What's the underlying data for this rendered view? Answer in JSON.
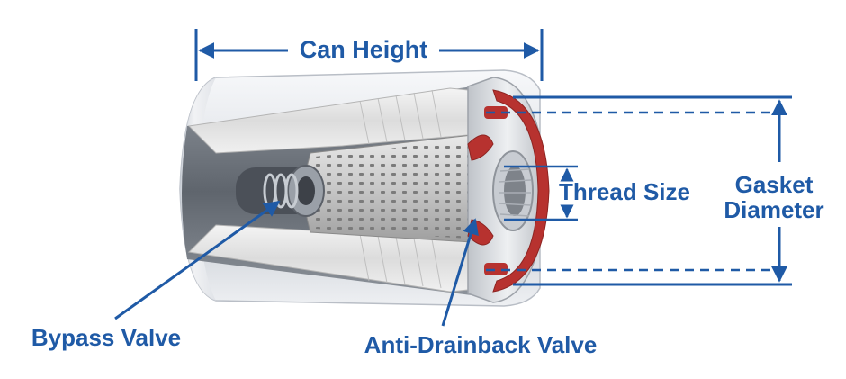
{
  "labels": {
    "can_height": "Can Height",
    "thread_size": "Thread Size",
    "gasket_line1": "Gasket",
    "gasket_line2": "Diameter",
    "bypass_valve": "Bypass Valve",
    "anti_drainback_valve": "Anti-Drainback Valve"
  },
  "colors": {
    "annotation_blue": "#1f5aa6",
    "gasket_red": "#b7322f",
    "can_body": "#e4e6ea",
    "filter_media": "#d8d8d8"
  }
}
